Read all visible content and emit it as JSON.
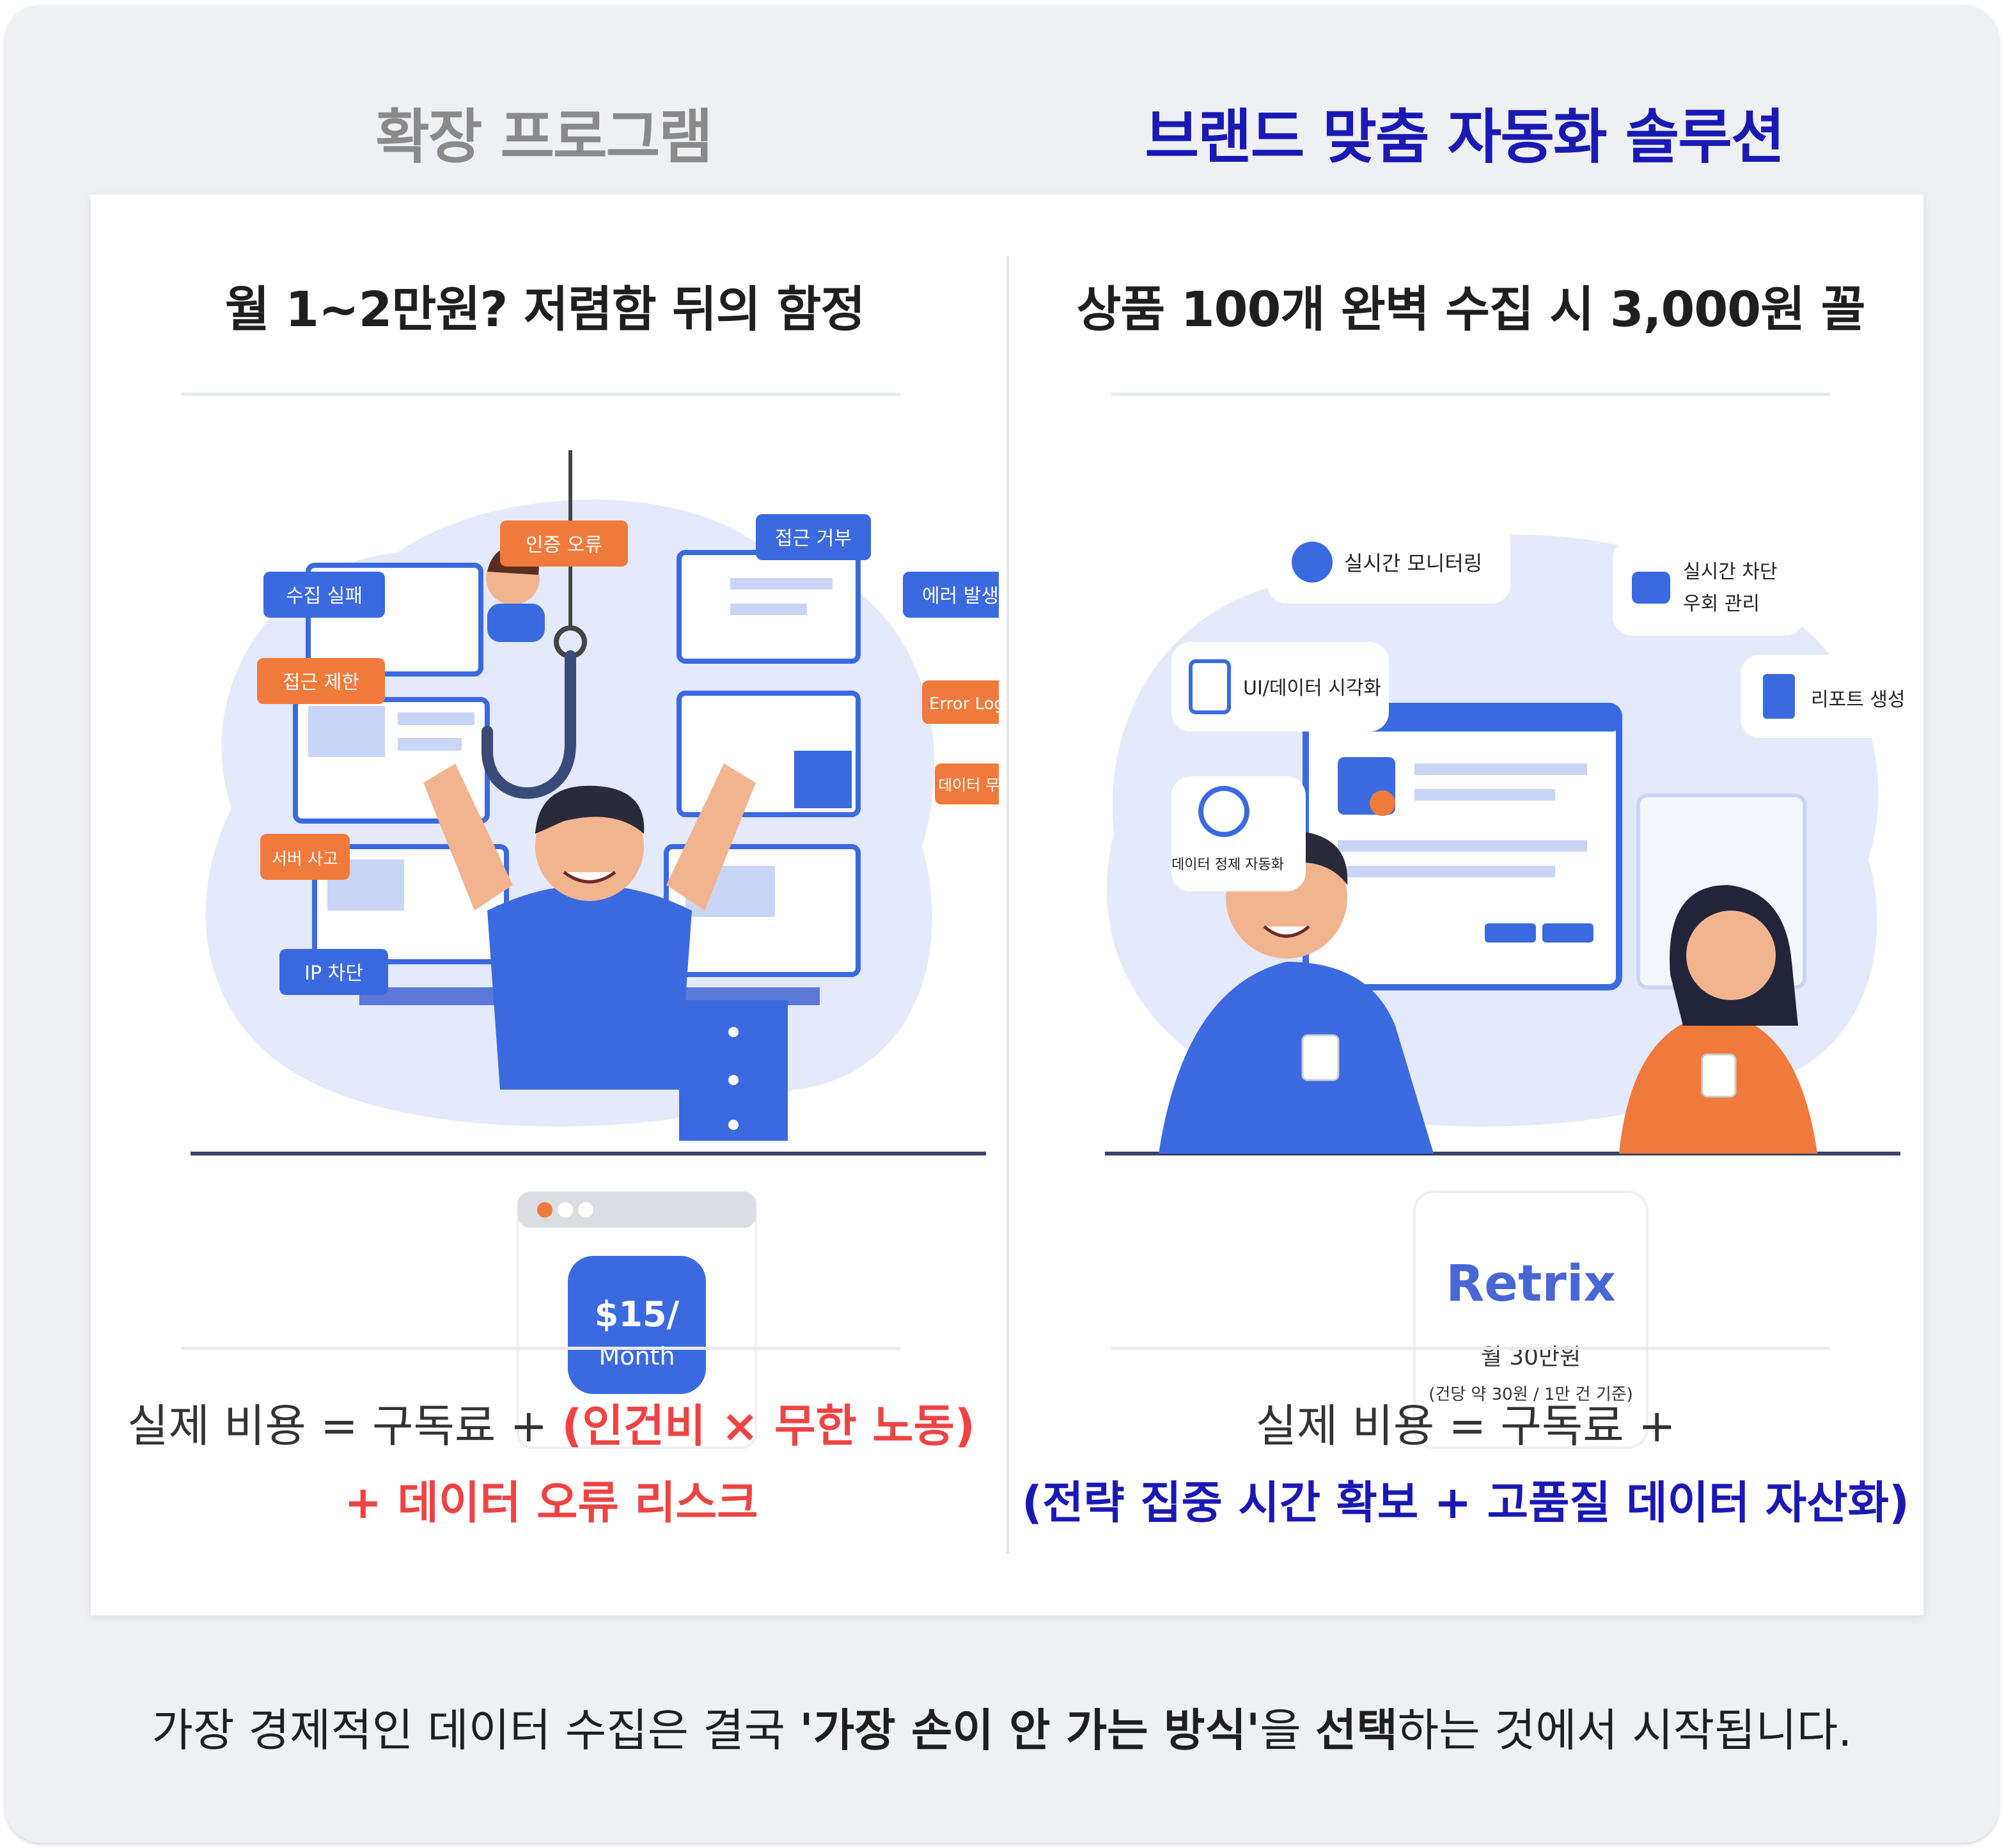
{
  "columns": {
    "left_heading": "확장 프로그램",
    "right_heading": "브랜드 맞춤 자동화 솔루션"
  },
  "left": {
    "title": "월 1~2만원? 저렴함 뒤의 함정",
    "tags": [
      "인증 오류",
      "접근 거부",
      "수집 실패",
      "에러 발생",
      "접근 제한",
      "Error Log",
      "데이터 무한 수정",
      "서버 사고",
      "IP 차단"
    ],
    "price_card": {
      "price": "$15/",
      "period": "Month"
    },
    "formula_line1_prefix": "실제 비용 = 구독료 + ",
    "formula_line1_highlight": "(인건비 × 무한 노동)",
    "formula_line2_highlight": "+ 데이터 오류 리스크"
  },
  "right": {
    "title": "상품 100개 완벽 수집 시 3,000원 꼴",
    "features": {
      "monitoring": "실시간 모니터링",
      "block_line1": "실시간 차단",
      "block_line2": "우회 관리",
      "visualize": "UI/데이터 시각화",
      "report": "리포트 생성",
      "cleanse": "데이터 정제 자동화"
    },
    "retrix_card": {
      "brand": "Retrix",
      "price": "월 30만원",
      "note": "(건당 약 30원 / 1만 건 기준)"
    },
    "formula_line1": "실제 비용 = 구독료 +",
    "formula_line2_highlight": "(전략 집중 시간 확보 + 고품질 데이터 자산화)"
  },
  "footer": {
    "pre": "가장 경제적인 데이터 수집은 결국 ",
    "bold1": "'가장 손이 안 가는 방식'",
    "mid": "을 ",
    "bold2": "선택",
    "post": "하는 것에서 시작됩니다."
  },
  "colors": {
    "accent_blue": "#3b6ae0",
    "accent_orange": "#f07a3c",
    "heading_navy": "#1b19b3",
    "risk_red": "#ef4343",
    "heading_gray": "#8a8a8a"
  }
}
